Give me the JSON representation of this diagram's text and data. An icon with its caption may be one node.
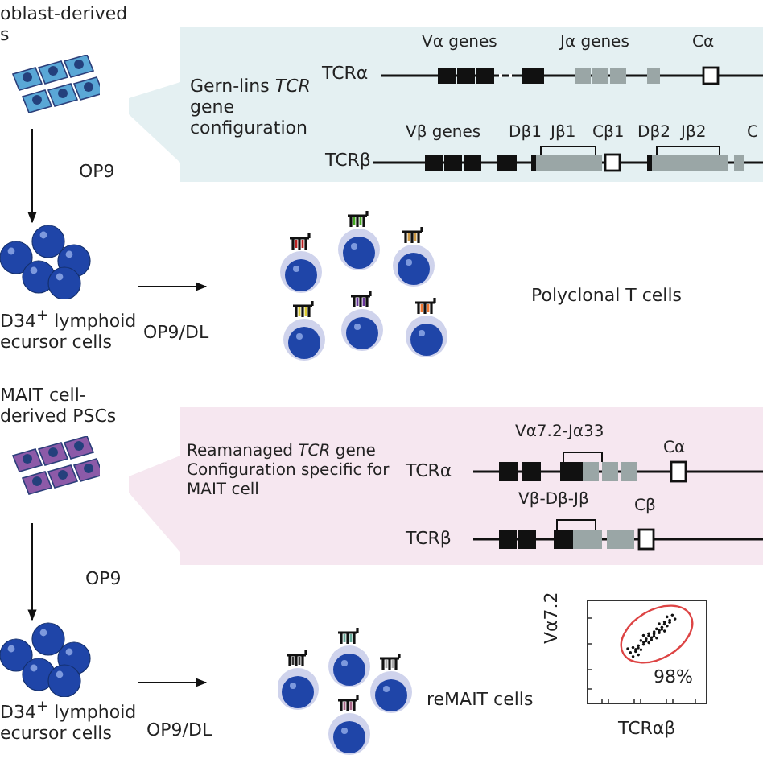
{
  "diagram": {
    "nodes": [
      {
        "text": [
          "oblast-derived s"
        ]
      },
      {
        "text": [
          "Gern-lins *TCR* gene configuration",
          "TCRα",
          "TCRβ"
        ]
      },
      {
        "text": [
          "D34$^{+}$ lymphoid ecursor cells"
        ]
      },
      {
        "text": [
          "Polyclonal T cells"
        ]
      },
      {
        "text": [
          "MAIT cell-derived PSCs"
        ]
      },
      {
        "text": [
          "Reamanaged *TCR* gene Configuration specific for MAIT cell",
          "TCRα",
          "TCRβ"
        ]
      },
      {
        "text": [
          "D34$^{+}$ lymphoid ecursor cells"
        ]
      },
      {
        "text": [
          "reMAIT cells"
        ]
      }
    ],
    "edges": [
      {
        "from": 0,
        "to": 1,
        "arrow": "none"
      },
      {
        "from": 0,
        "to": 2,
        "arrow": "to",
        "label": "OP9"
      },
      {
        "from": 2,
        "to": 3,
        "arrow": "to",
        "label": "OP9/DL"
      },
      {
        "from": 4,
        "to": 5,
        "arrow": "none"
      },
      {
        "from": 4,
        "to": 6,
        "arrow": "to",
        "label": "OP9"
      },
      {
        "from": 6,
        "to": 7,
        "arrow": "to",
        "label": "OP9/DL"
      }
    ],
    "labels": [
      "Vα genes",
      "Jα genes",
      "Cα",
      "Vβ genes",
      "Dβ1",
      "Jβ1",
      "Cβ1",
      "Dβ2",
      "Jβ2",
      "C",
      "Vα7.2-Jα33",
      "Cα",
      "Vβ-Dβ-Jβ",
      "Cβ",
      "Vα7.2",
      "98%",
      "TCRαβ"
    ]
  }
}
